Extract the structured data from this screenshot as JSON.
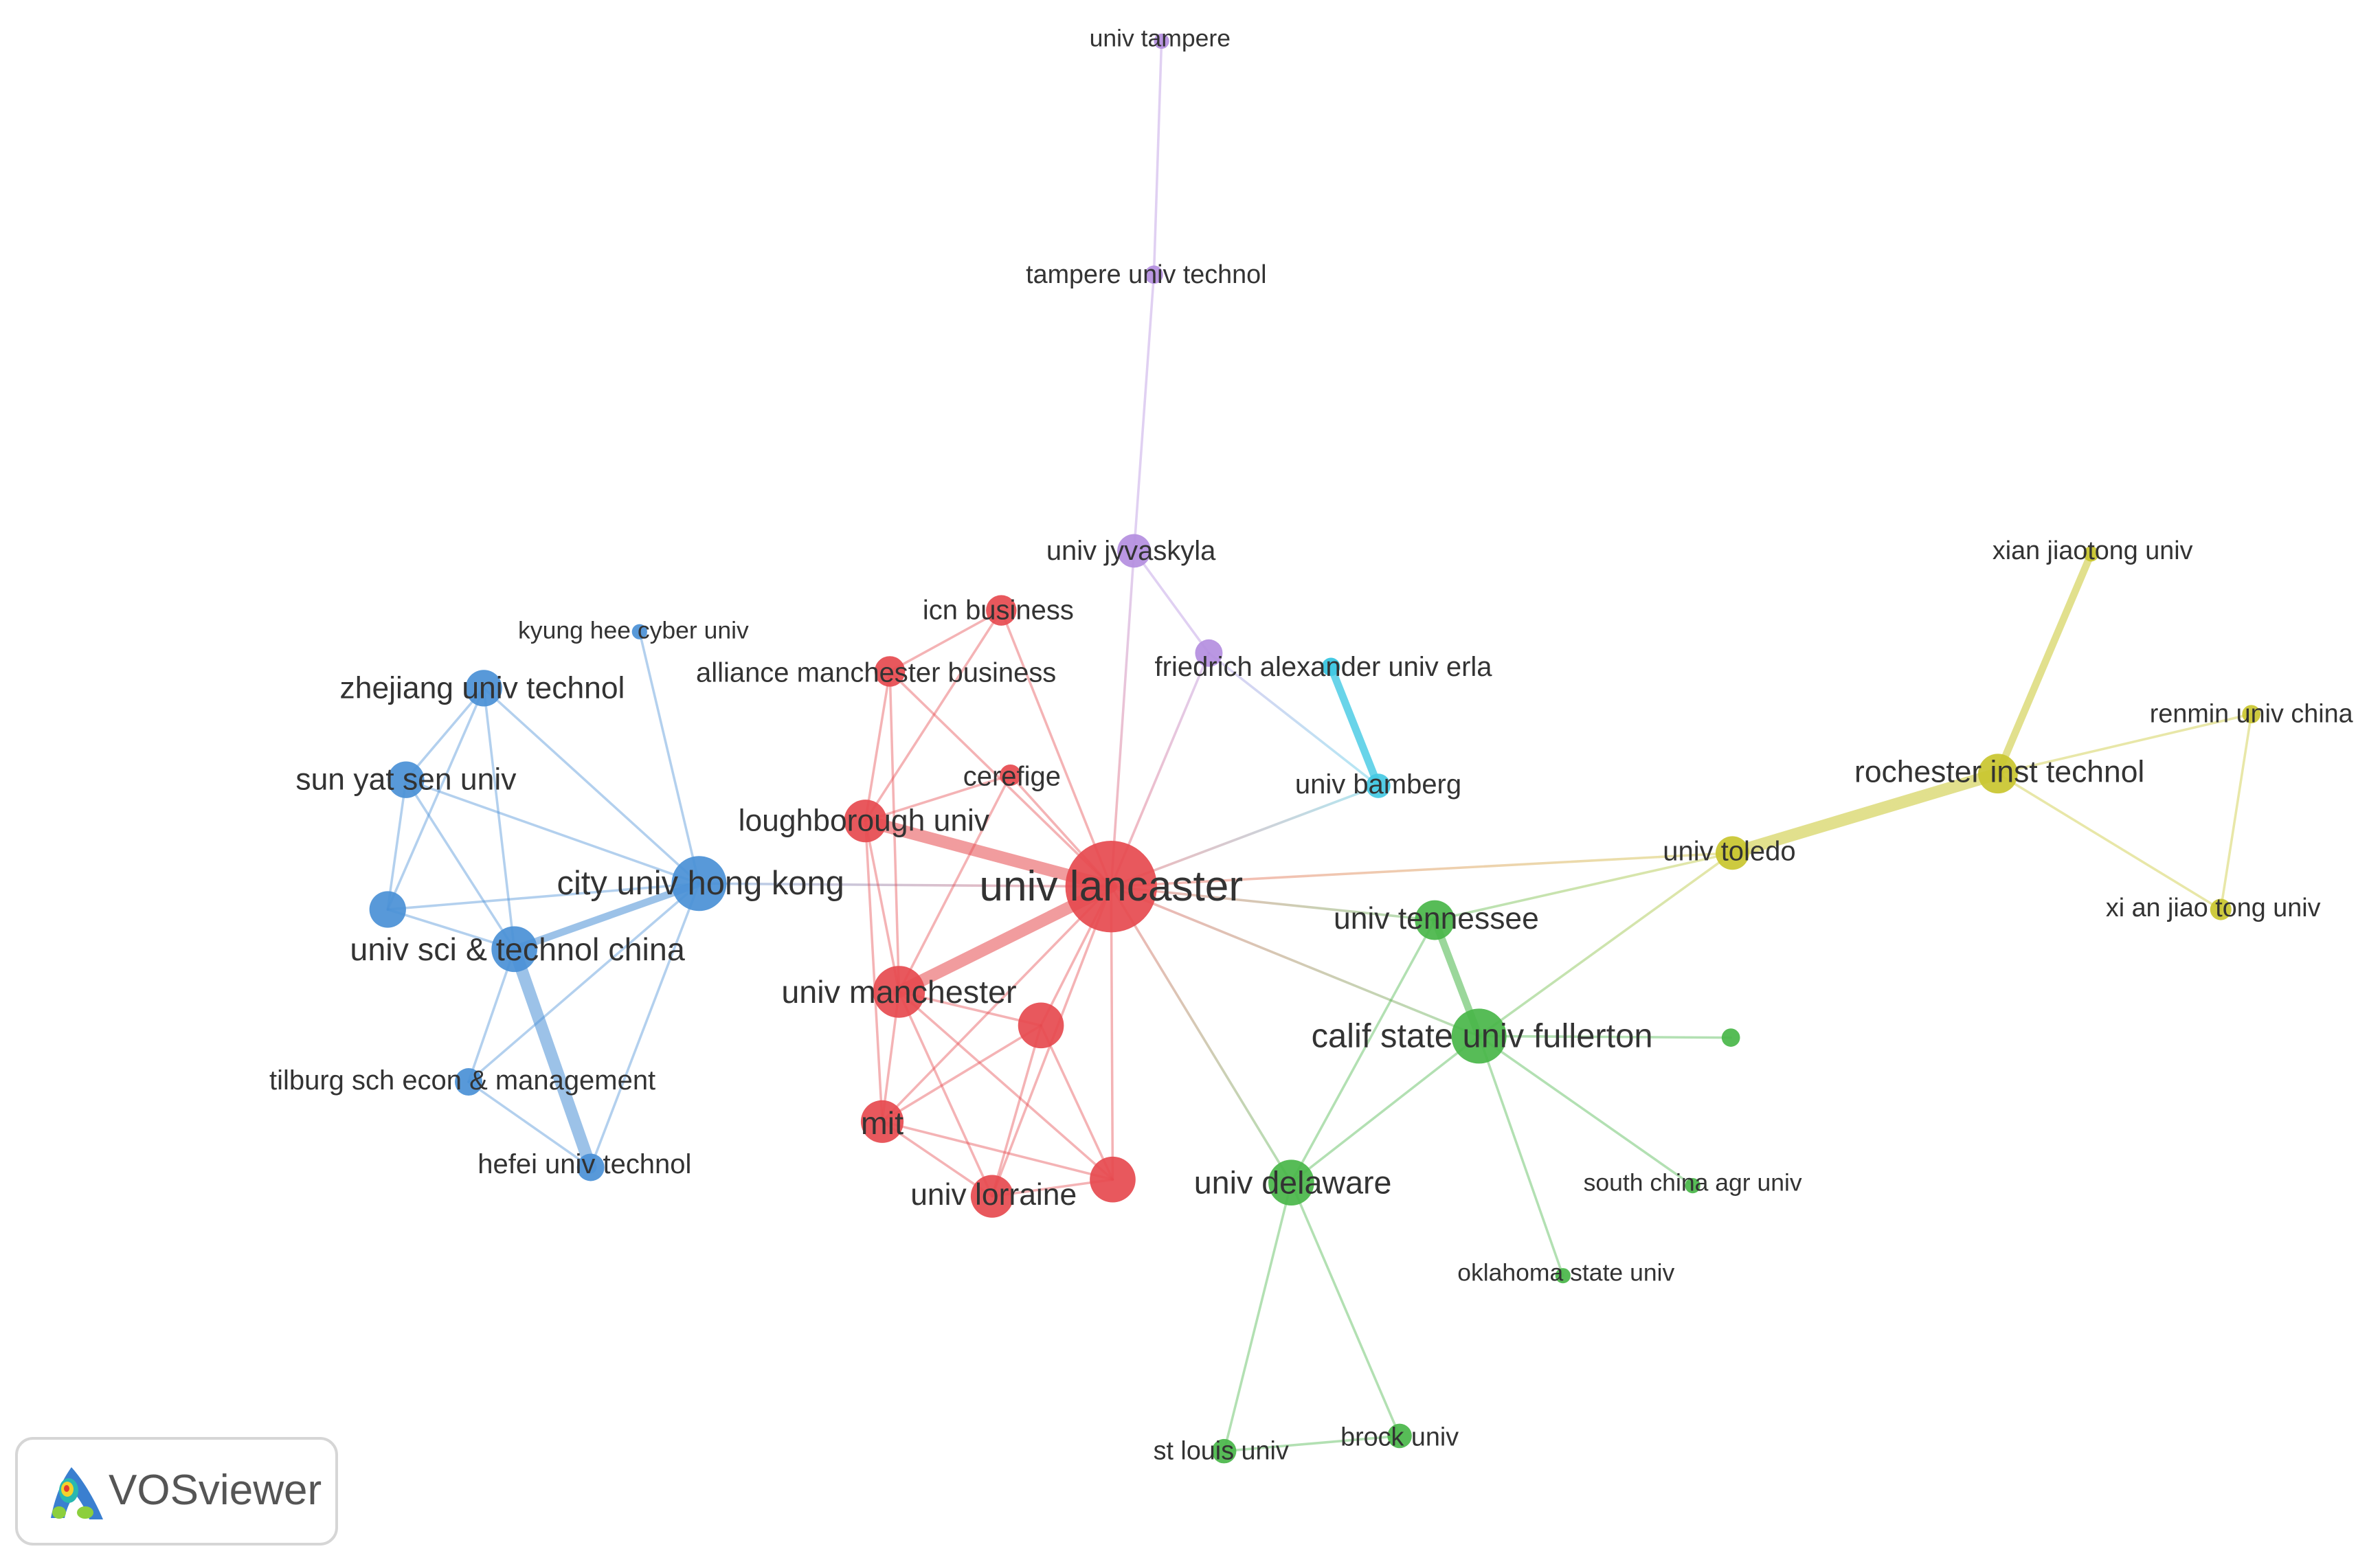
{
  "app": {
    "logo_text": "VOSviewer"
  },
  "colors": {
    "red": "#e64a4f",
    "blue": "#4a90d6",
    "green": "#49b649",
    "yellow": "#c9c62f",
    "purple": "#b48ee0",
    "cyan": "#44c9e3"
  },
  "nodes": [
    {
      "id": "univ lancaster",
      "label": "univ lancaster",
      "cluster": "red",
      "weight": 10
    },
    {
      "id": "univ manchester",
      "label": "univ manchester",
      "cluster": "red",
      "weight": 5
    },
    {
      "id": "loughborough univ",
      "label": "loughborough univ",
      "cluster": "red",
      "weight": 4
    },
    {
      "id": "icn business",
      "label": "icn business",
      "cluster": "red",
      "weight": 3
    },
    {
      "id": "alliance manchester business",
      "label": "alliance manchester business",
      "cluster": "red",
      "weight": 3
    },
    {
      "id": "cerefige",
      "label": "cerefige",
      "cluster": "red",
      "weight": 2
    },
    {
      "id": "mit",
      "label": "mit",
      "cluster": "red",
      "weight": 4
    },
    {
      "id": "univ lorraine",
      "label": "univ lorraine",
      "cluster": "red",
      "weight": 4
    },
    {
      "id": "red-unlabeled-1",
      "label": "",
      "cluster": "red",
      "weight": 4
    },
    {
      "id": "red-unlabeled-2",
      "label": "",
      "cluster": "red",
      "weight": 4
    },
    {
      "id": "city univ hong kong",
      "label": "city univ hong kong",
      "cluster": "blue",
      "weight": 5
    },
    {
      "id": "univ sci & technol china",
      "label": "univ sci & technol china",
      "cluster": "blue",
      "weight": 4
    },
    {
      "id": "zhejiang univ technol",
      "label": "zhejiang univ technol",
      "cluster": "blue",
      "weight": 3
    },
    {
      "id": "sun yat sen univ",
      "label": "sun yat sen univ",
      "cluster": "blue",
      "weight": 3
    },
    {
      "id": "kyung hee cyber univ",
      "label": "kyung hee cyber univ",
      "cluster": "blue",
      "weight": 1
    },
    {
      "id": "tilburg sch econ & management",
      "label": "tilburg sch econ & management",
      "cluster": "blue",
      "weight": 2
    },
    {
      "id": "hefei univ technol",
      "label": "hefei univ technol",
      "cluster": "blue",
      "weight": 2
    },
    {
      "id": "blue-unlabeled-1",
      "label": "",
      "cluster": "blue",
      "weight": 3
    },
    {
      "id": "calif state univ fullerton",
      "label": "calif state univ fullerton",
      "cluster": "green",
      "weight": 5
    },
    {
      "id": "univ tennessee",
      "label": "univ tennessee",
      "cluster": "green",
      "weight": 3
    },
    {
      "id": "univ delaware",
      "label": "univ delaware",
      "cluster": "green",
      "weight": 4
    },
    {
      "id": "south china agr univ",
      "label": "south china agr univ",
      "cluster": "green",
      "weight": 1
    },
    {
      "id": "oklahoma state univ",
      "label": "oklahoma state univ",
      "cluster": "green",
      "weight": 1
    },
    {
      "id": "st louis univ",
      "label": "st louis univ",
      "cluster": "green",
      "weight": 2
    },
    {
      "id": "brock univ",
      "label": "brock univ",
      "cluster": "green",
      "weight": 2
    },
    {
      "id": "green-unlabeled-1",
      "label": "",
      "cluster": "green",
      "weight": 1
    },
    {
      "id": "univ tampere",
      "label": "univ tampere",
      "cluster": "purple",
      "weight": 1
    },
    {
      "id": "tampere univ technol",
      "label": "tampere univ technol",
      "cluster": "purple",
      "weight": 1
    },
    {
      "id": "univ jyvaskyla",
      "label": "univ jyvaskyla",
      "cluster": "purple",
      "weight": 2
    },
    {
      "id": "friedrich alexander univ erla",
      "label": "friedrich alexander univ erla",
      "cluster": "purple",
      "weight": 2
    },
    {
      "id": "univ bamberg",
      "label": "univ bamberg",
      "cluster": "cyan",
      "weight": 2
    },
    {
      "id": "rochester inst technol",
      "label": "rochester inst technol",
      "cluster": "yellow",
      "weight": 3
    },
    {
      "id": "univ toledo",
      "label": "univ toledo",
      "cluster": "yellow",
      "weight": 2
    },
    {
      "id": "xian jiaotong univ",
      "label": "xian jiaotong univ",
      "cluster": "yellow",
      "weight": 1
    },
    {
      "id": "renmin univ china",
      "label": "renmin univ china",
      "cluster": "yellow",
      "weight": 1
    },
    {
      "id": "xi an jiao tong univ",
      "label": "xi an jiao tong univ",
      "cluster": "yellow",
      "weight": 2
    }
  ],
  "links": [
    {
      "source": "univ tampere",
      "target": "tampere univ technol",
      "strength": 1
    },
    {
      "source": "tampere univ technol",
      "target": "univ jyvaskyla",
      "strength": 1
    },
    {
      "source": "univ jyvaskyla",
      "target": "univ lancaster",
      "strength": 1
    },
    {
      "source": "univ jyvaskyla",
      "target": "friedrich alexander univ erla",
      "strength": 1
    },
    {
      "source": "friedrich alexander univ erla",
      "target": "univ lancaster",
      "strength": 1
    },
    {
      "source": "friedrich alexander univ erla",
      "target": "univ bamberg",
      "strength": 1
    },
    {
      "source": "univ bamberg",
      "target": "univ lancaster",
      "strength": 1
    },
    {
      "source": "univ lancaster",
      "target": "univ manchester",
      "strength": 3
    },
    {
      "source": "univ lancaster",
      "target": "loughborough univ",
      "strength": 3
    },
    {
      "source": "univ lancaster",
      "target": "icn business",
      "strength": 1
    },
    {
      "source": "univ lancaster",
      "target": "alliance manchester business",
      "strength": 1
    },
    {
      "source": "univ lancaster",
      "target": "cerefige",
      "strength": 1
    },
    {
      "source": "univ lancaster",
      "target": "mit",
      "strength": 1
    },
    {
      "source": "univ lancaster",
      "target": "univ lorraine",
      "strength": 1
    },
    {
      "source": "univ lancaster",
      "target": "red-unlabeled-1",
      "strength": 1
    },
    {
      "source": "univ lancaster",
      "target": "red-unlabeled-2",
      "strength": 1
    },
    {
      "source": "univ lancaster",
      "target": "city univ hong kong",
      "strength": 1
    },
    {
      "source": "univ lancaster",
      "target": "univ tennessee",
      "strength": 1
    },
    {
      "source": "univ lancaster",
      "target": "calif state univ fullerton",
      "strength": 1
    },
    {
      "source": "univ lancaster",
      "target": "univ delaware",
      "strength": 1
    },
    {
      "source": "univ lancaster",
      "target": "univ toledo",
      "strength": 1
    },
    {
      "source": "icn business",
      "target": "alliance manchester business",
      "strength": 1
    },
    {
      "source": "icn business",
      "target": "loughborough univ",
      "strength": 1
    },
    {
      "source": "alliance manchester business",
      "target": "loughborough univ",
      "strength": 1
    },
    {
      "source": "alliance manchester business",
      "target": "univ manchester",
      "strength": 1
    },
    {
      "source": "cerefige",
      "target": "loughborough univ",
      "strength": 1
    },
    {
      "source": "cerefige",
      "target": "univ manchester",
      "strength": 1
    },
    {
      "source": "loughborough univ",
      "target": "univ manchester",
      "strength": 1
    },
    {
      "source": "loughborough univ",
      "target": "mit",
      "strength": 1
    },
    {
      "source": "univ manchester",
      "target": "red-unlabeled-1",
      "strength": 1
    },
    {
      "source": "univ manchester",
      "target": "mit",
      "strength": 1
    },
    {
      "source": "univ manchester",
      "target": "univ lorraine",
      "strength": 1
    },
    {
      "source": "univ manchester",
      "target": "red-unlabeled-2",
      "strength": 1
    },
    {
      "source": "red-unlabeled-1",
      "target": "mit",
      "strength": 1
    },
    {
      "source": "red-unlabeled-1",
      "target": "univ lorraine",
      "strength": 1
    },
    {
      "source": "red-unlabeled-1",
      "target": "red-unlabeled-2",
      "strength": 1
    },
    {
      "source": "mit",
      "target": "univ lorraine",
      "strength": 1
    },
    {
      "source": "mit",
      "target": "red-unlabeled-2",
      "strength": 1
    },
    {
      "source": "univ lorraine",
      "target": "red-unlabeled-2",
      "strength": 1
    },
    {
      "source": "city univ hong kong",
      "target": "univ sci & technol china",
      "strength": 2
    },
    {
      "source": "city univ hong kong",
      "target": "zhejiang univ technol",
      "strength": 1
    },
    {
      "source": "city univ hong kong",
      "target": "sun yat sen univ",
      "strength": 1
    },
    {
      "source": "city univ hong kong",
      "target": "kyung hee cyber univ",
      "strength": 1
    },
    {
      "source": "city univ hong kong",
      "target": "blue-unlabeled-1",
      "strength": 1
    },
    {
      "source": "city univ hong kong",
      "target": "tilburg sch econ & management",
      "strength": 1
    },
    {
      "source": "city univ hong kong",
      "target": "hefei univ technol",
      "strength": 1
    },
    {
      "source": "univ sci & technol china",
      "target": "hefei univ technol",
      "strength": 3
    },
    {
      "source": "univ sci & technol china",
      "target": "zhejiang univ technol",
      "strength": 1
    },
    {
      "source": "univ sci & technol china",
      "target": "sun yat sen univ",
      "strength": 1
    },
    {
      "source": "univ sci & technol china",
      "target": "blue-unlabeled-1",
      "strength": 1
    },
    {
      "source": "univ sci & technol china",
      "target": "tilburg sch econ & management",
      "strength": 1
    },
    {
      "source": "zhejiang univ technol",
      "target": "sun yat sen univ",
      "strength": 1
    },
    {
      "source": "sun yat sen univ",
      "target": "blue-unlabeled-1",
      "strength": 1
    },
    {
      "source": "blue-unlabeled-1",
      "target": "zhejiang univ technol",
      "strength": 1
    },
    {
      "source": "tilburg sch econ & management",
      "target": "hefei univ technol",
      "strength": 1
    },
    {
      "source": "univ tennessee",
      "target": "calif state univ fullerton",
      "strength": 2
    },
    {
      "source": "univ tennessee",
      "target": "univ delaware",
      "strength": 1
    },
    {
      "source": "univ tennessee",
      "target": "univ toledo",
      "strength": 1
    },
    {
      "source": "calif state univ fullerton",
      "target": "univ delaware",
      "strength": 1
    },
    {
      "source": "calif state univ fullerton",
      "target": "green-unlabeled-1",
      "strength": 1
    },
    {
      "source": "calif state univ fullerton",
      "target": "south china agr univ",
      "strength": 1
    },
    {
      "source": "calif state univ fullerton",
      "target": "oklahoma state univ",
      "strength": 1
    },
    {
      "source": "calif state univ fullerton",
      "target": "univ toledo",
      "strength": 1
    },
    {
      "source": "univ delaware",
      "target": "st louis univ",
      "strength": 1
    },
    {
      "source": "univ delaware",
      "target": "brock univ",
      "strength": 1
    },
    {
      "source": "st louis univ",
      "target": "brock univ",
      "strength": 1
    },
    {
      "source": "univ toledo",
      "target": "rochester inst technol",
      "strength": 3
    },
    {
      "source": "rochester inst technol",
      "target": "xian jiaotong univ",
      "strength": 2
    },
    {
      "source": "rochester inst technol",
      "target": "renmin univ china",
      "strength": 1
    },
    {
      "source": "rochester inst technol",
      "target": "xi an jiao tong univ",
      "strength": 1
    },
    {
      "source": "renmin univ china",
      "target": "xi an jiao tong univ",
      "strength": 1
    }
  ]
}
